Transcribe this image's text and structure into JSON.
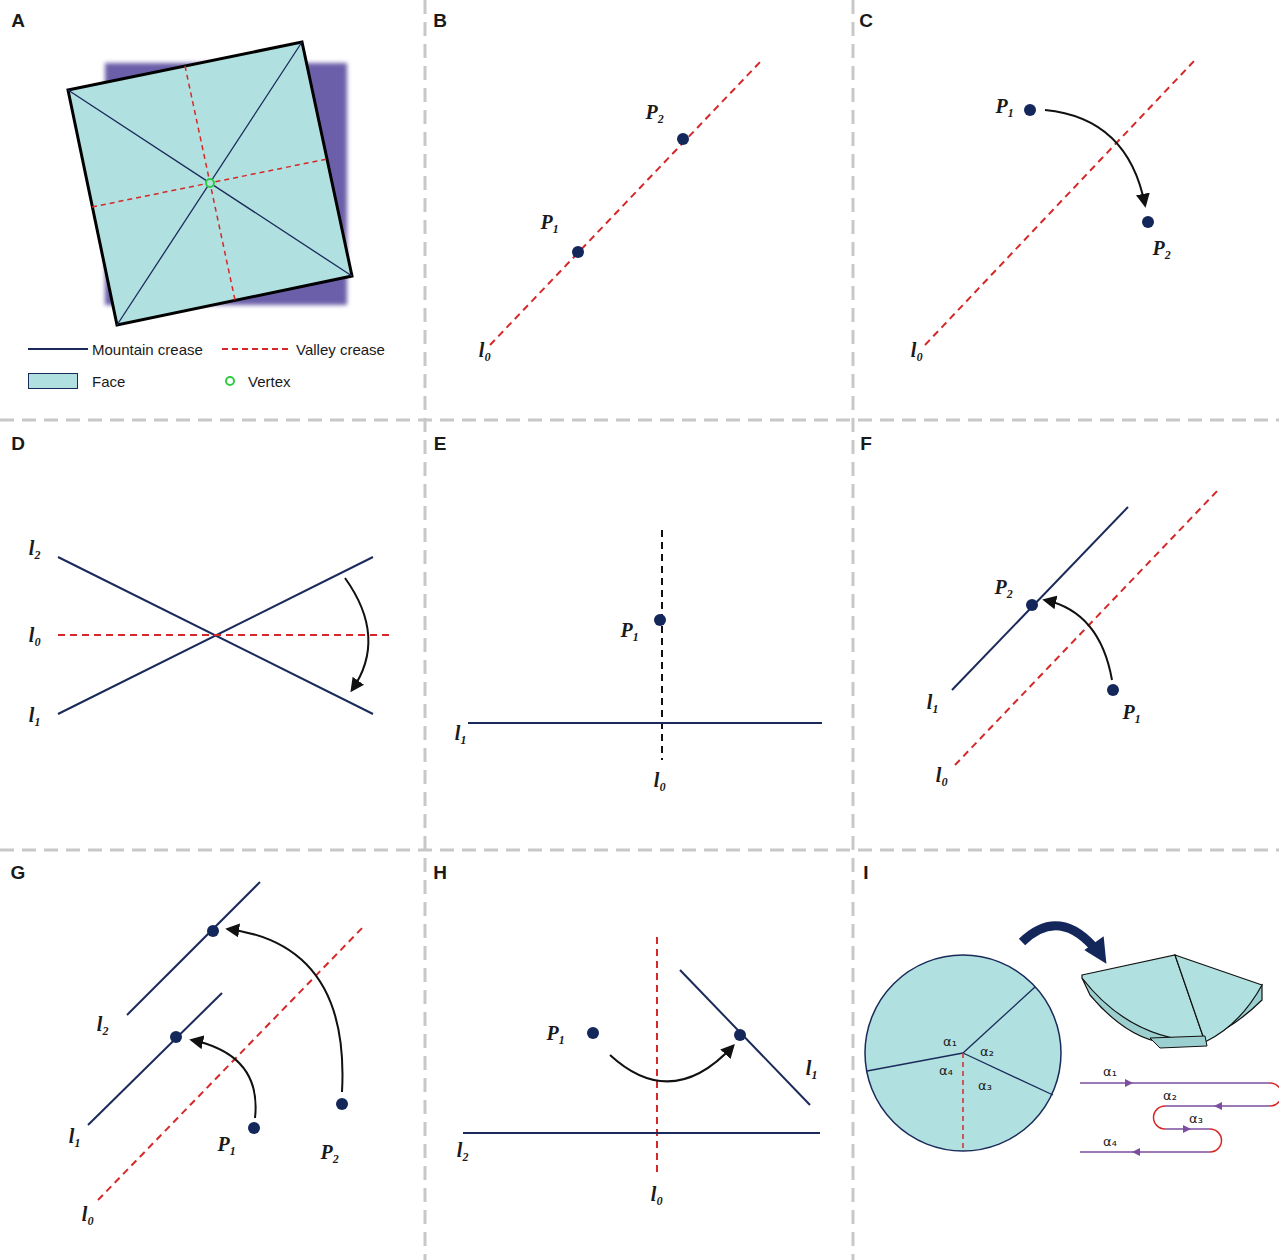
{
  "diagram": {
    "labels": [
      "A",
      "B",
      "C",
      "D",
      "E",
      "F",
      "G",
      "H",
      "I",
      "P₂",
      "P₁",
      "l₀",
      "P₁",
      "P₂",
      "l₀",
      "l₂",
      "l₀",
      "l₁",
      "P₁",
      "l₁",
      "l₀",
      "P₂",
      "l₁",
      "P₁",
      "l₀",
      "l₂",
      "l₁",
      "P₁",
      "P₂",
      "l₀",
      "P₁",
      "l₁",
      "l₂",
      "l₀",
      "α₁",
      "α₂",
      "α₄",
      "α₃",
      "α₁",
      "α₂",
      "α₃",
      "α₄"
    ],
    "legend": [
      {
        "text": "Mountain crease"
      },
      {
        "text": "Valley crease"
      },
      {
        "text": "Face",
        "color": "#b0e0e0"
      },
      {
        "text": "Vertex"
      }
    ]
  }
}
